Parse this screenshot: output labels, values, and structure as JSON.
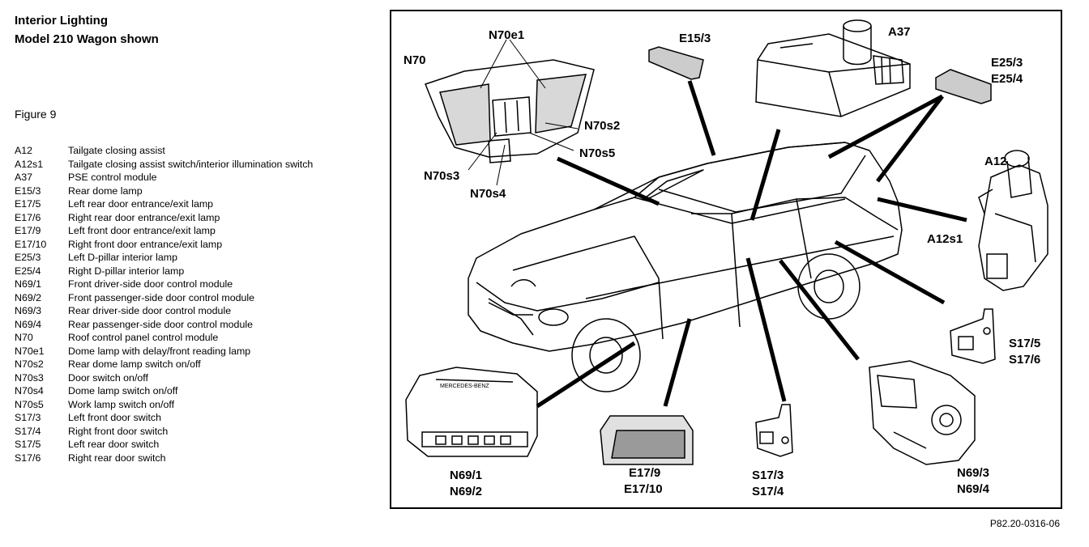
{
  "header": {
    "title": "Interior Lighting",
    "subtitle": "Model 210 Wagon shown",
    "figure": "Figure 9"
  },
  "legend": [
    {
      "code": "A12",
      "desc": "Tailgate closing assist"
    },
    {
      "code": "A12s1",
      "desc": "Tailgate closing assist switch/interior illumination switch"
    },
    {
      "code": "A37",
      "desc": "PSE control module"
    },
    {
      "code": "E15/3",
      "desc": "Rear dome lamp"
    },
    {
      "code": "E17/5",
      "desc": "Left rear door entrance/exit lamp"
    },
    {
      "code": "E17/6",
      "desc": "Right rear door entrance/exit lamp"
    },
    {
      "code": "E17/9",
      "desc": "Left front door entrance/exit lamp"
    },
    {
      "code": "E17/10",
      "desc": "Right front door entrance/exit lamp"
    },
    {
      "code": "E25/3",
      "desc": "Left D-pillar interior lamp"
    },
    {
      "code": "E25/4",
      "desc": "Right D-pillar interior lamp"
    },
    {
      "code": "N69/1",
      "desc": "Front driver-side door control module"
    },
    {
      "code": "N69/2",
      "desc": "Front passenger-side door control module"
    },
    {
      "code": "N69/3",
      "desc": "Rear driver-side door control module"
    },
    {
      "code": "N69/4",
      "desc": "Rear passenger-side door control module"
    },
    {
      "code": "N70",
      "desc": "Roof control panel control module"
    },
    {
      "code": "N70e1",
      "desc": "Dome lamp with delay/front reading lamp"
    },
    {
      "code": "N70s2",
      "desc": "Rear dome lamp switch on/off"
    },
    {
      "code": "N70s3",
      "desc": "Door switch on/off"
    },
    {
      "code": "N70s4",
      "desc": "Dome lamp switch on/off"
    },
    {
      "code": "N70s5",
      "desc": "Work lamp switch on/off"
    },
    {
      "code": "S17/3",
      "desc": "Left front door switch"
    },
    {
      "code": "S17/4",
      "desc": "Right front door switch"
    },
    {
      "code": "S17/5",
      "desc": "Left rear door switch"
    },
    {
      "code": "S17/6",
      "desc": "Right rear door switch"
    }
  ],
  "callouts": {
    "n70e1": "N70e1",
    "n70": "N70",
    "e15_3": "E15/3",
    "a37": "A37",
    "e25_3": "E25/3",
    "e25_4": "E25/4",
    "n70s2": "N70s2",
    "n70s5": "N70s5",
    "n70s3": "N70s3",
    "n70s4": "N70s4",
    "a12": "A12",
    "a12s1": "A12s1",
    "s17_5": "S17/5",
    "s17_6": "S17/6",
    "n69_1": "N69/1",
    "n69_2": "N69/2",
    "e17_9": "E17/9",
    "e17_10": "E17/10",
    "s17_3": "S17/3",
    "s17_4": "S17/4",
    "n69_3": "N69/3",
    "n69_4": "N69/4",
    "module_brand": "MERCEDES-BENZ"
  },
  "reference": "P82.20-0316-06"
}
